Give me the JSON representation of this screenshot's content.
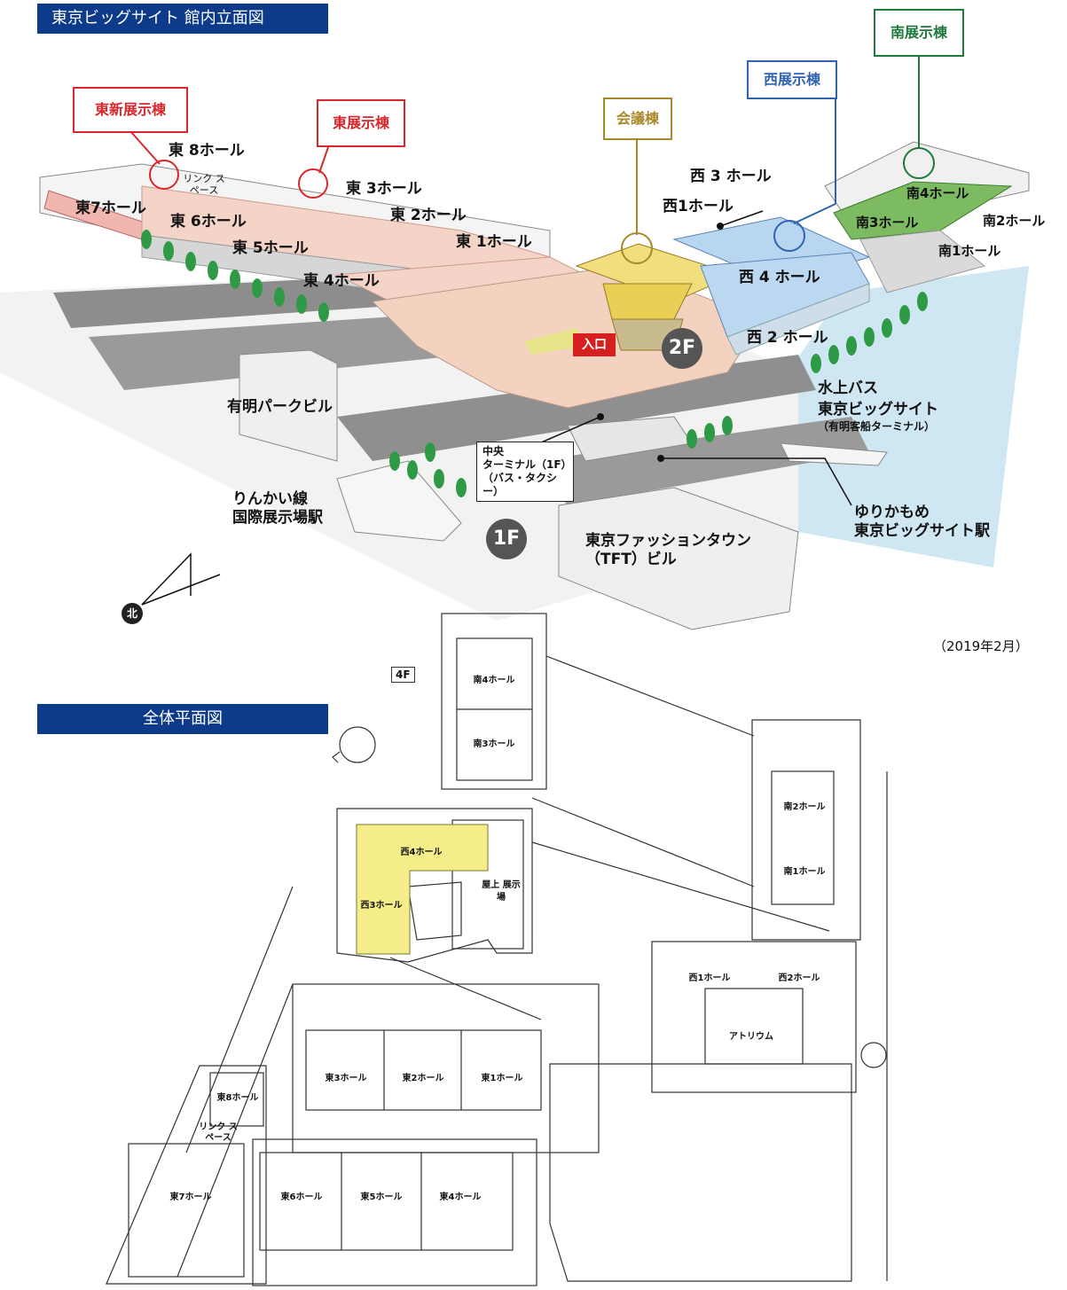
{
  "titles": {
    "elevation": "東京ビッグサイト 館内立面図",
    "plan": "全体平面図"
  },
  "buildings": {
    "east_new": "東新展示棟",
    "east": "東展示棟",
    "conference": "会議棟",
    "west": "西展示棟",
    "south": "南展示棟"
  },
  "elevation_halls": {
    "e8": "東 8ホール",
    "e7": "東7ホール",
    "e6": "東 6ホール",
    "e5": "東 5ホール",
    "e4": "東 4ホール",
    "e3": "東 3ホール",
    "e2": "東 2ホール",
    "e1": "東 1ホール",
    "link": "リンク スペース",
    "w3": "西 3 ホール",
    "w1": "西1ホール",
    "w4": "西 4 ホール",
    "w2": "西 2 ホール",
    "s4": "南4ホール",
    "s3": "南3ホール",
    "s2": "南2ホール",
    "s1": "南1ホール"
  },
  "places": {
    "entrance": "入口",
    "floor2": "2F",
    "floor1": "1F",
    "ariake_park": "有明パークビル",
    "water_bus": "水上バス",
    "water_bus_stop": "東京ビッグサイト",
    "water_bus_terminal": "（有明客船ターミナル）",
    "central_terminal_1": "中央",
    "central_terminal_2": "ターミナル（1F）",
    "central_terminal_3": "（バス・タクシー）",
    "rinkai_1": "りんかい線",
    "rinkai_2": "国際展示場駅",
    "yurikamome_1": "ゆりかもめ",
    "yurikamome_2": "東京ビッグサイト駅",
    "tft_1": "東京ファッションタウン",
    "tft_2": "（TFT）ビル",
    "north": "北",
    "date": "（2019年2月）"
  },
  "plan": {
    "floor_tag": "4F",
    "s4": "南4ホール",
    "s3": "南3ホール",
    "s2": "南2ホール",
    "s1": "南1ホール",
    "w4": "西4ホール",
    "w3": "西3ホール",
    "rooftop": "屋上 展示場",
    "w1": "西1ホール",
    "w2": "西2ホール",
    "atrium": "アトリウム",
    "e3": "東3ホール",
    "e2": "東2ホール",
    "e1": "東1ホール",
    "e8": "東8ホール",
    "link": "リンク スペース",
    "e7": "東7ホール",
    "e6": "東6ホール",
    "e5": "東5ホール",
    "e4": "東4ホール"
  },
  "colors": {
    "east_red": "#d9262c",
    "conference_gold": "#a8882a",
    "west_blue": "#2f63b0",
    "south_green": "#1e7a3a",
    "title_navy": "#0d3b8a",
    "west_hall_yellow": "#f5ec8a"
  }
}
